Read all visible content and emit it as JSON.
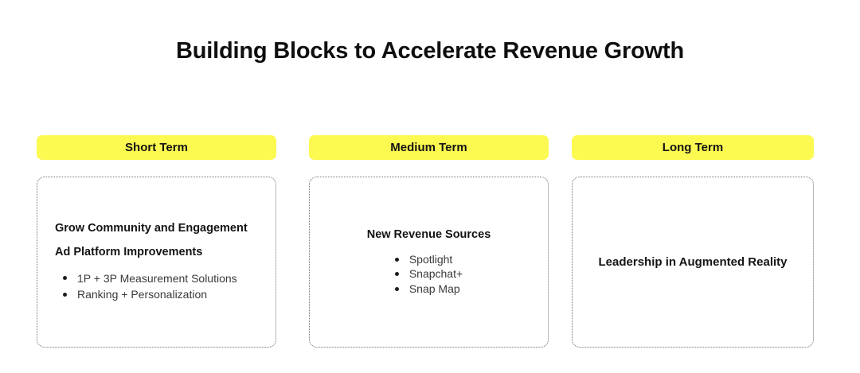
{
  "title": "Building Blocks to Accelerate Revenue Growth",
  "colors": {
    "accent_yellow": "#FCF950",
    "heading_text": "#141414",
    "body_text": "#3a3a3a",
    "border_dotted": "#6e6e6e",
    "bullet_dot": "#1d1d1d"
  },
  "columns": [
    {
      "header": "Short Term",
      "headings": [
        "Grow Community and Engagement",
        "Ad Platform Improvements"
      ],
      "bullets": [
        "1P + 3P Measurement Solutions",
        "Ranking + Personalization"
      ]
    },
    {
      "header": "Medium Term",
      "headings": [
        "New Revenue Sources"
      ],
      "bullets": [
        "Spotlight",
        "Snapchat+",
        "Snap Map"
      ]
    },
    {
      "header": "Long Term",
      "headings": [
        "Leadership in Augmented Reality"
      ],
      "bullets": []
    }
  ]
}
